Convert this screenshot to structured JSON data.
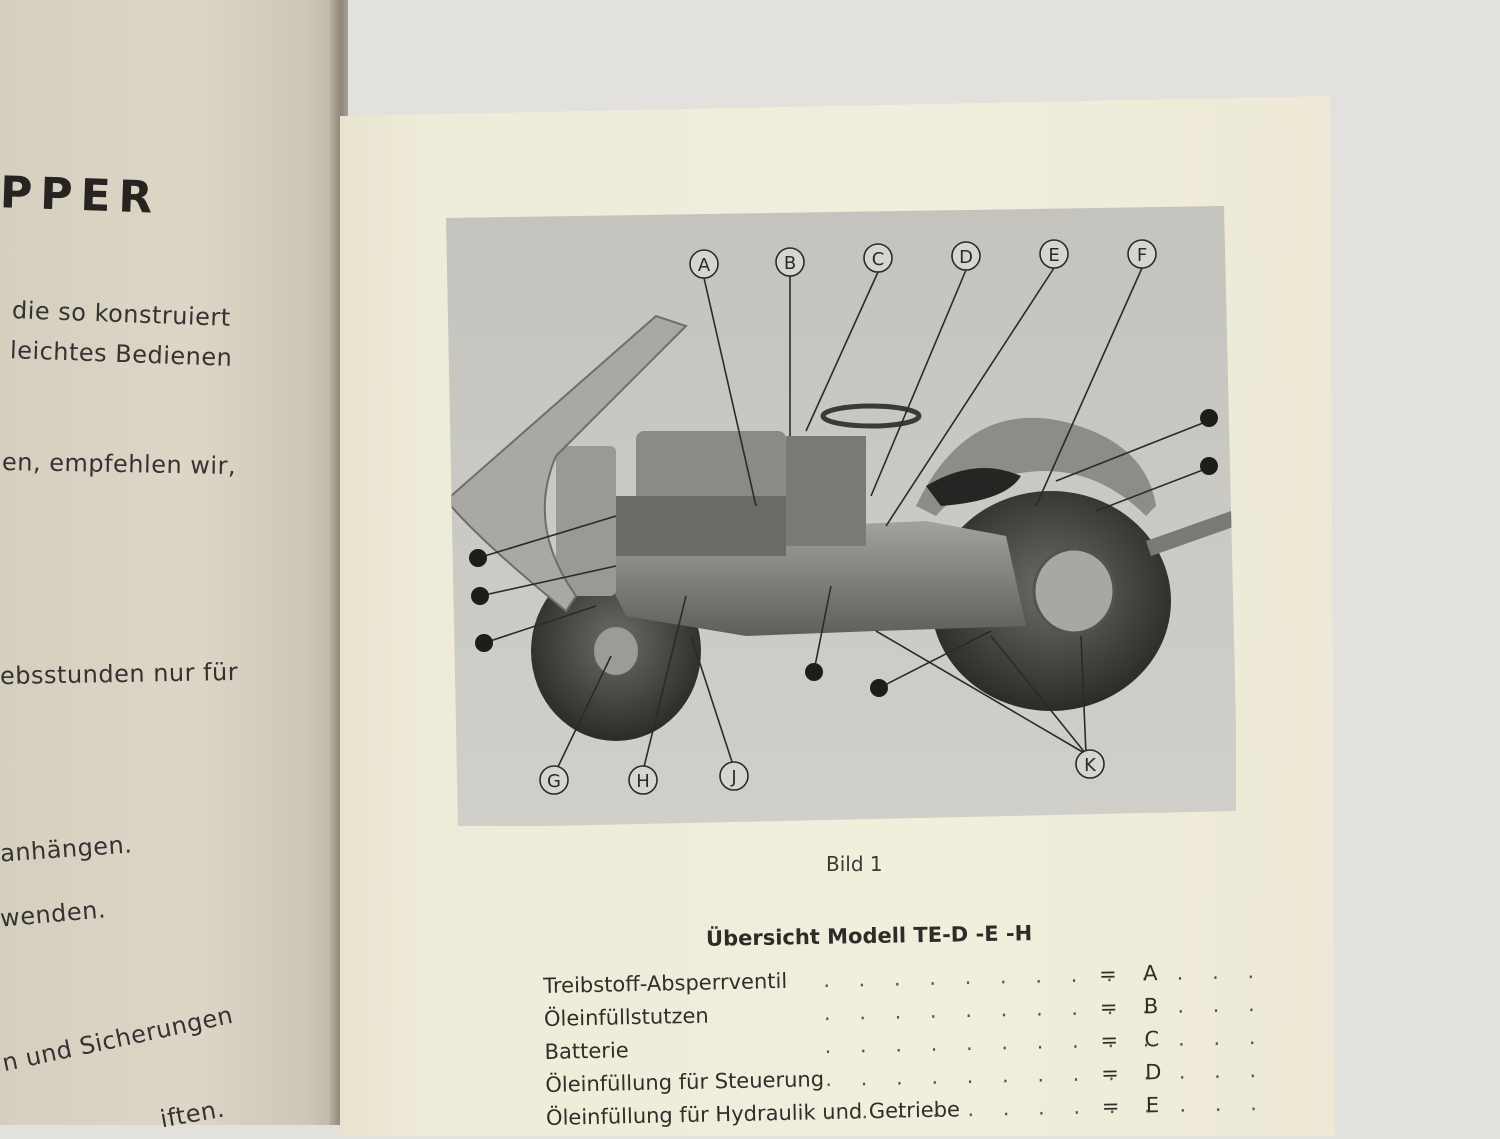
{
  "left_page": {
    "heading": "PPER",
    "lines": [
      "die so konstruiert",
      "leichtes Bedienen",
      "en, empfehlen wir,",
      "ebsstunden nur für",
      "anhängen.",
      "wenden.",
      "n und Sicherungen",
      "iften."
    ]
  },
  "figure": {
    "callouts": [
      "A",
      "B",
      "C",
      "D",
      "E",
      "F",
      "G",
      "H",
      "J",
      "K"
    ],
    "caption": "Bild 1"
  },
  "legend": {
    "title": "Übersicht Modell TE-D -E -H",
    "eq": "=",
    "dots": ". . . . . . . . . . . . .",
    "items": [
      {
        "label": "Treibstoff-Absperrventil",
        "key": "A"
      },
      {
        "label": "Öleinfüllstutzen",
        "key": "B"
      },
      {
        "label": "Batterie",
        "key": "C"
      },
      {
        "label": "Öleinfüllung für Steuerung",
        "key": "D"
      },
      {
        "label": "Öleinfüllung für Hydraulik und Getriebe",
        "key": "E"
      }
    ]
  },
  "colors": {
    "paper": "#f2eedd",
    "photo": "#c9c8c2",
    "ink": "#2f2e2a"
  }
}
